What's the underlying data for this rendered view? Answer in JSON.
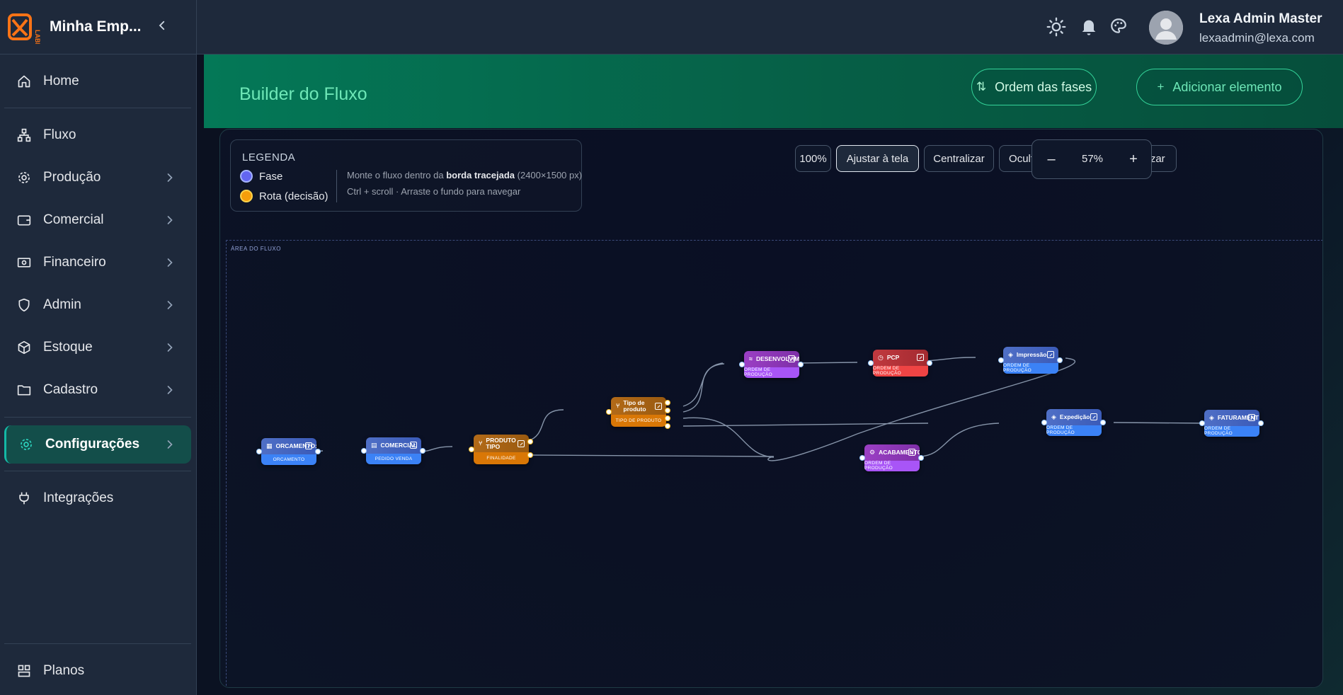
{
  "brand": {
    "name": "Minha Emp...",
    "logo_text": "LABEL"
  },
  "sidebar": {
    "items": [
      {
        "label": "Home",
        "icon": "home-icon"
      },
      {
        "label": "Fluxo",
        "icon": "sitemap-icon"
      },
      {
        "label": "Produção",
        "icon": "gear-icon"
      },
      {
        "label": "Comercial",
        "icon": "wallet-icon"
      },
      {
        "label": "Financeiro",
        "icon": "banknote-icon"
      },
      {
        "label": "Admin",
        "icon": "shield-icon"
      },
      {
        "label": "Estoque",
        "icon": "package-icon"
      },
      {
        "label": "Cadastro",
        "icon": "folder-icon"
      },
      {
        "label": "Configurações",
        "icon": "gear-icon"
      },
      {
        "label": "Integrações",
        "icon": "plug-icon"
      },
      {
        "label": "Planos",
        "icon": "grid-icon"
      }
    ]
  },
  "user": {
    "name": "Lexa Admin Master",
    "email": "lexaadmin@lexa.com"
  },
  "header": {
    "title": "Builder do Fluxo",
    "order_button": "Ordem das fases",
    "add_button": "Adicionar elemento"
  },
  "legend": {
    "title": "LEGENDA",
    "phase": "Fase",
    "route": "Rota (decisão)",
    "hint_prefix": "Monte o fluxo dentro da ",
    "hint_bold": "borda tracejada",
    "hint_suffix": " (2400×1500 px)",
    "hint2": "Ctrl + scroll · Arraste o fundo para navegar"
  },
  "toolbar": {
    "zoom_100": "100%",
    "fit": "Ajustar à tela",
    "center": "Centralizar",
    "hide_grid": "Ocultar grade",
    "maximize": "Maximizar",
    "zoom_value": "57%"
  },
  "flow": {
    "area_label": "ÁREA DO FLUXO",
    "nodes": [
      {
        "id": "orcamento",
        "title": "ORCAMENTO:",
        "subtitle": "ORCAMENTO",
        "kind": "phase"
      },
      {
        "id": "comercial",
        "title": "COMERCIAL",
        "subtitle": "PEDIDO VENDA",
        "kind": "phase"
      },
      {
        "id": "produto_tipo",
        "title": "PRODUTO TIPO",
        "subtitle": "FINALIDADE",
        "kind": "route"
      },
      {
        "id": "tipo_produto",
        "title": "Tipo de produto",
        "subtitle": "TIPO DE PRODUTO",
        "kind": "route"
      },
      {
        "id": "desenvolvimento",
        "title": "DESENVOLVIM",
        "subtitle": "ORDEM DE PRODUÇÃO",
        "kind": "phase"
      },
      {
        "id": "pcp",
        "title": "PCP",
        "subtitle": "ORDEM DE PRODUÇÃO",
        "kind": "phase"
      },
      {
        "id": "impressao",
        "title": "Impressão",
        "subtitle": "ORDEM DE PRODUÇÃO",
        "kind": "phase"
      },
      {
        "id": "acabamento",
        "title": "ACABAMENTO",
        "subtitle": "ORDEM DE PRODUÇÃO",
        "kind": "phase"
      },
      {
        "id": "expedicao",
        "title": "Expedição",
        "subtitle": "ORDEM DE PRODUÇÃO",
        "kind": "phase"
      },
      {
        "id": "faturamento",
        "title": "FATURAMENT",
        "subtitle": "ORDEM DE PRODUÇÃO",
        "kind": "phase"
      }
    ]
  },
  "colors": {
    "accent": "#14b8a6",
    "phase": "#6366f1",
    "route": "#f59e0b",
    "header_green": "#047857"
  }
}
